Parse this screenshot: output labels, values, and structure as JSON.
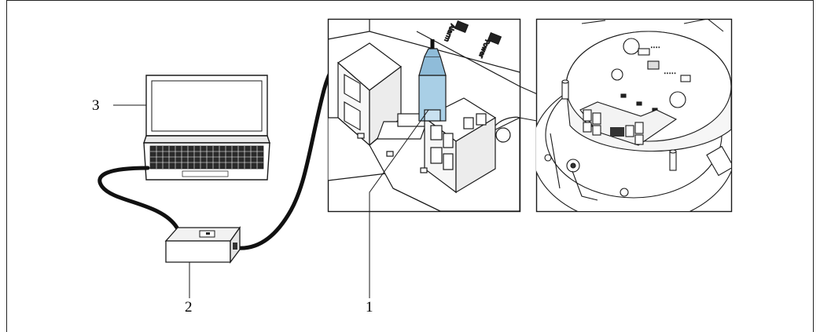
{
  "callouts": [
    {
      "label": "1"
    },
    {
      "label": "2"
    },
    {
      "label": "3"
    }
  ],
  "detail_labels": {
    "power": "Power",
    "alarm": "Alarm"
  },
  "colors": {
    "frame": "#222222",
    "cable": "#111111",
    "connector": "#a9cfe6",
    "outline": "#1a1a1a"
  },
  "icons": [
    "laptop-icon",
    "usb-interface-icon",
    "cable-icon",
    "terminal-block-icon",
    "transmitter-housing-icon"
  ]
}
